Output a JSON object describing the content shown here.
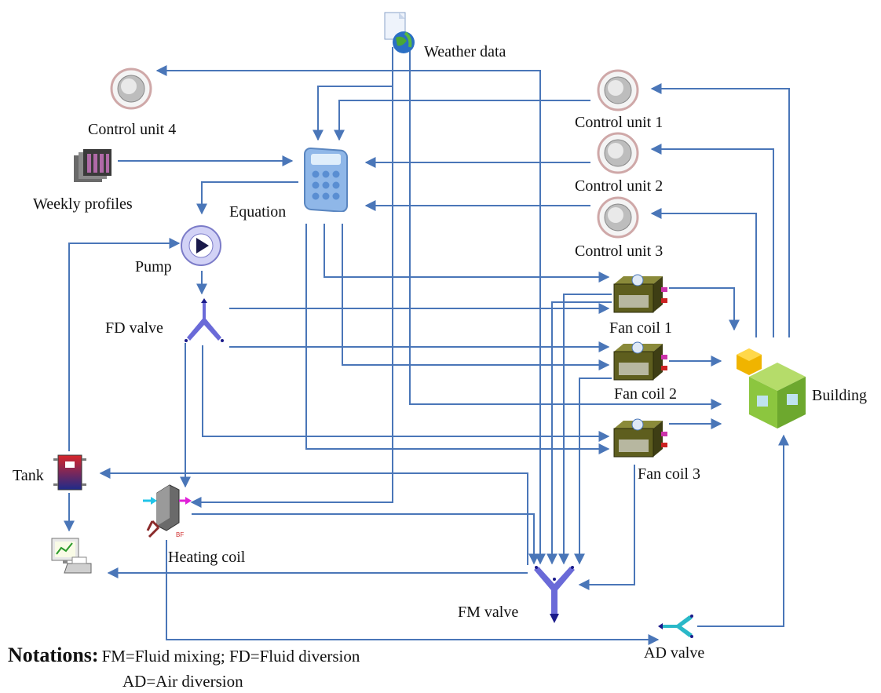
{
  "components": {
    "weather_data": "Weather data",
    "control_unit_1": "Control unit 1",
    "control_unit_2": "Control unit 2",
    "control_unit_3": "Control unit 3",
    "control_unit_4": "Control unit 4",
    "weekly_profiles": "Weekly profiles",
    "equation": "Equation",
    "pump": "Pump",
    "fd_valve": "FD valve",
    "fan_coil_1": "Fan coil 1",
    "fan_coil_2": "Fan coil 2",
    "fan_coil_3": "Fan coil 3",
    "building": "Building",
    "tank": "Tank",
    "heating_coil": "Heating coil",
    "fm_valve": "FM valve",
    "ad_valve": "AD valve"
  },
  "notations": {
    "heading": "Notations:",
    "line1": "FM=Fluid mixing; FD=Fluid diversion",
    "line2": "AD=Air diversion"
  },
  "colors": {
    "wire": "#4a76b8",
    "valve": "#6a6ad8",
    "building": "#8cc63f",
    "fan_coil": "#5e5e1e",
    "tank": "#c0282e"
  },
  "icons": {
    "weather": "weather-globe-icon",
    "control": "control-knob-icon",
    "profile": "weekly-profile-icon",
    "equation": "calculator-icon",
    "pump": "pump-icon",
    "valve": "valve-icon",
    "fan_coil": "fan-coil-icon",
    "building": "building-cube-icon",
    "tank": "tank-icon",
    "heating_coil": "heating-coil-icon",
    "printer": "printer-icon"
  }
}
